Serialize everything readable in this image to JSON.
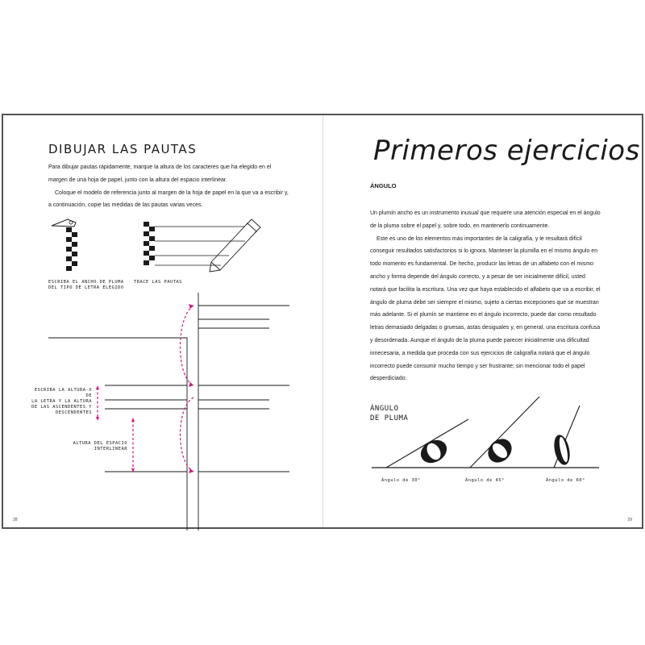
{
  "left_page": {
    "title": "DIBUJAR LAS PAUTAS",
    "paragraphs": [
      "Para dibujar pautas rápidamente, marque la altura de los caracteres que ha elegido en el margen de una hoja de papel, junto con la altura del espacio interlinear.",
      "Coloque el modelo de referencia junto al margen de la hoja de papel en la que va a escribir y, a continuación, copie las medidas de las pautas varias veces."
    ],
    "captions": {
      "step1_line1": "Escriba el ancho de pluma",
      "step1_line2": "del tipo de letra elegido",
      "step2": "Trace las pautas",
      "xheight_line1": "Escriba la altura-x de",
      "xheight_line2": "la letra y la altura",
      "xheight_line3": "de las ascendentes y",
      "xheight_line4": "descendentes",
      "interline_line1": "Altura del espacio",
      "interline_line2": "interlinear"
    },
    "page_number": "28"
  },
  "right_page": {
    "title": "Primeros ejercicios",
    "subheading": "ÁNGULO",
    "paragraphs": [
      "Un plumín ancho es un instrumento inusual que requiere una atención especial en el ángulo de la pluma sobre el papel y, sobre todo, en mantenerlo continuamente.",
      "Este es uno de los elementos más importantes de la caligrafía, y le resultará difícil conseguir resultados satisfactorios si lo ignora. Mantener la plumilla en el mismo ángulo en todo momento es fundamental. De hecho, producir las letras de un alfabeto con el mismo ancho y forma depende del ángulo correcto, y a pesar de ser inicialmente difícil, usted notará que facilita la escritura. Una vez que haya establecido el alfabeto que va a escribir, el ángulo de pluma debe ser siempre el mismo, sujeto a ciertas excepciones que se muestran más adelante. Si el plumín se mantiene en el ángulo incorrecto, puede dar como resultado letras demasiado delgadas o gruesas, astas desiguales y, en general, una escritura confusa y desordenada. Aunque el ángulo de la pluma puede parecer inicialmente una dificultad innecesaria, a medida que proceda con sus ejercicios de caligrafía notará que el ángulo incorrecto puede consumir mucho tiempo y ser frustrante; sin mencionar todo el papel desperdiciado."
    ],
    "diagram": {
      "label_line1": "ÁNGULO",
      "label_line2": "DE PLUMA",
      "angles": [
        "Ángulo de 30°",
        "Ángulo de 45°",
        "Ángulo de 60°"
      ]
    },
    "page_number": "29"
  },
  "colors": {
    "accent_magenta": "#d6157a",
    "ink": "#1a1a1a",
    "border": "#555555"
  }
}
